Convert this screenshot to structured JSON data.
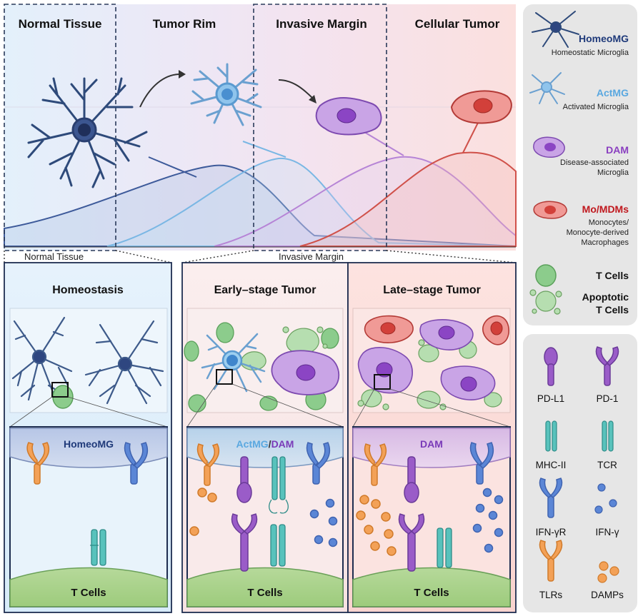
{
  "zones": {
    "normal": "Normal Tissue",
    "rim": "Tumor Rim",
    "invasive": "Invasive Margin",
    "cellular": "Cellular Tumor"
  },
  "axis_labels": {
    "normal": "Normal Tissue",
    "invasive": "Invasive Margin"
  },
  "legend_cells": {
    "homeomg": {
      "label": "HomeoMG",
      "sub": "Homeostatic Microglia",
      "color": "#1f3a7a"
    },
    "actmg": {
      "label": "ActMG",
      "sub": "Activated Microglia",
      "color": "#5aa8e0"
    },
    "dam": {
      "label": "DAM",
      "sub1": "Disease-associated",
      "sub2": "Microglia",
      "color": "#8a3fc0"
    },
    "momdm": {
      "label": "Mo/MDMs",
      "sub1": "Monocytes/",
      "sub2": "Monocyte-derived",
      "sub3": "Macrophages",
      "color": "#c0181e"
    },
    "tcells": {
      "label": "T Cells"
    },
    "apoptotic": {
      "label1": "Apoptotic",
      "label2": "T Cells"
    }
  },
  "legend_receptors": {
    "pdl1": "PD-L1",
    "pd1": "PD-1",
    "mhc2": "MHC-II",
    "tcr": "TCR",
    "ifngr": "IFN-γR",
    "ifng": "IFN-γ",
    "tlrs": "TLRs",
    "damps": "DAMPs"
  },
  "panels": {
    "homeostasis": {
      "title": "Homeostasis",
      "membrane": "HomeoMG",
      "bottom": "T Cells"
    },
    "early": {
      "title": "Early–stage Tumor",
      "membrane_a": "ActMG",
      "membrane_sep": "/",
      "membrane_b": "DAM",
      "bottom": "T Cells"
    },
    "late": {
      "title": "Late–stage Tumor",
      "membrane": "DAM",
      "bottom": "T Cells"
    }
  },
  "colors": {
    "homeo": "#2e4a8a",
    "act": "#5aa8e0",
    "dam": "#9b59c9",
    "mdm": "#d9534f",
    "tcell": "#7cc47c",
    "receptor_teal": "#4ab5b0",
    "receptor_orange": "#f0a050",
    "receptor_blue": "#4a78c8"
  }
}
